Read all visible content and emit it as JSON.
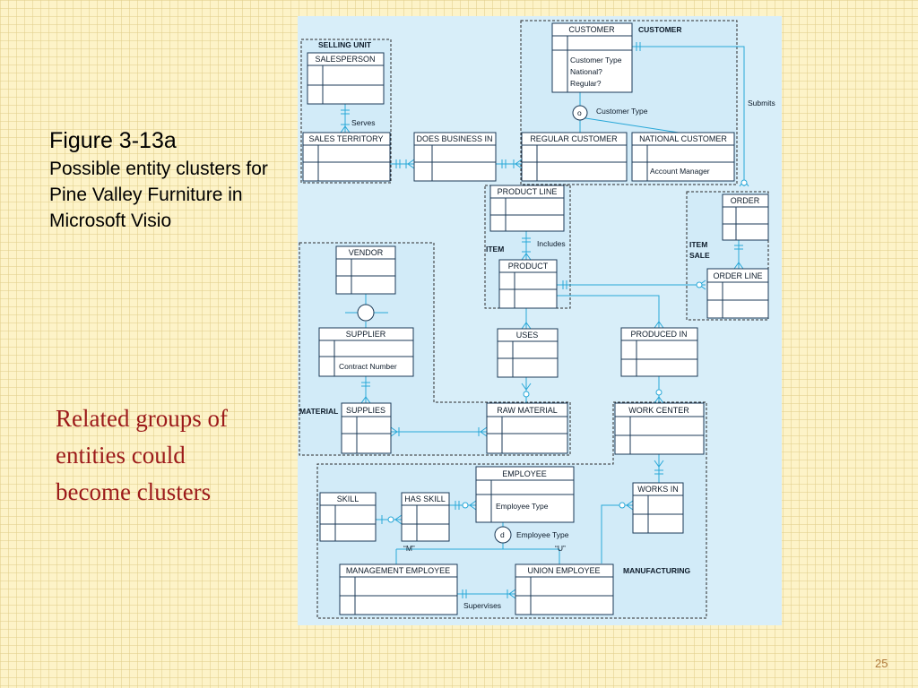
{
  "slide": {
    "figure_title": "Figure 3-13a",
    "figure_caption": "Possible entity clusters for Pine Valley Furniture in Microsoft Visio",
    "callout": "Related groups of entities could become clusters",
    "page_number": "25"
  },
  "colors": {
    "background": "#fdf3c8",
    "cluster_fill": "#d8eef9",
    "line": "#29a8d8",
    "callout_text": "#9c1a1a"
  },
  "diagram": {
    "clusters": {
      "selling_unit": "SELLING UNIT",
      "customer": "CUSTOMER",
      "item": "ITEM",
      "item_sale_line1": "ITEM",
      "item_sale_line2": "SALE",
      "material": "MATERIAL",
      "manufacturing": "MANUFACTURING"
    },
    "entities": {
      "salesperson": {
        "name": "SALESPERSON"
      },
      "sales_territory": {
        "name": "SALES TERRITORY"
      },
      "does_business_in": {
        "name": "DOES BUSINESS IN"
      },
      "customer": {
        "name": "CUSTOMER",
        "attrs": [
          "Customer Type",
          "National?",
          "Regular?"
        ]
      },
      "regular_customer": {
        "name": "REGULAR CUSTOMER"
      },
      "national_customer": {
        "name": "NATIONAL CUSTOMER",
        "attrs": [
          "Account Manager"
        ]
      },
      "product_line": {
        "name": "PRODUCT LINE"
      },
      "product": {
        "name": "PRODUCT"
      },
      "order": {
        "name": "ORDER"
      },
      "order_line": {
        "name": "ORDER LINE"
      },
      "vendor": {
        "name": "VENDOR"
      },
      "supplier": {
        "name": "SUPPLIER",
        "attrs": [
          "Contract Number"
        ]
      },
      "uses": {
        "name": "USES"
      },
      "produced_in": {
        "name": "PRODUCED IN"
      },
      "supplies": {
        "name": "SUPPLIES"
      },
      "raw_material": {
        "name": "RAW MATERIAL"
      },
      "work_center": {
        "name": "WORK CENTER"
      },
      "employee": {
        "name": "EMPLOYEE",
        "attrs": [
          "Employee Type"
        ]
      },
      "skill": {
        "name": "SKILL"
      },
      "has_skill": {
        "name": "HAS SKILL"
      },
      "works_in": {
        "name": "WORKS IN"
      },
      "management_employee": {
        "name": "MANAGEMENT EMPLOYEE"
      },
      "union_employee": {
        "name": "UNION EMPLOYEE"
      }
    },
    "relationships": {
      "serves": "Serves",
      "includes": "Includes",
      "submits": "Submits",
      "customer_type": "Customer Type",
      "employee_type": "Employee Type",
      "supervises": "Supervises"
    },
    "symbols": {
      "overlap": "o",
      "disjoint": "d",
      "m_value": "“M”",
      "u_value": "“U”"
    }
  }
}
